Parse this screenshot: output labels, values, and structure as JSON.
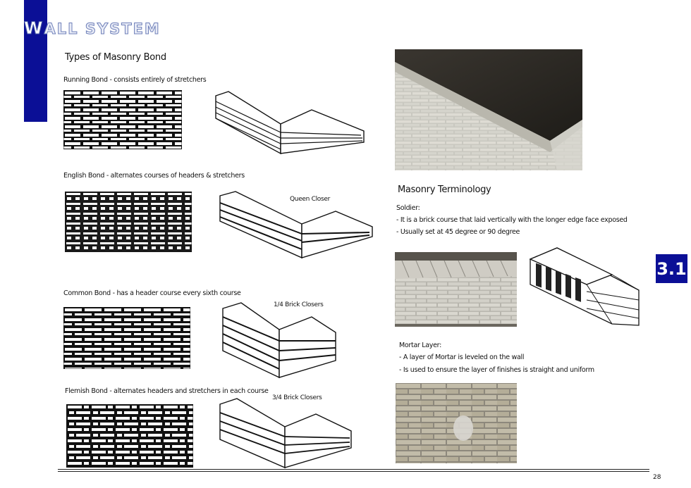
{
  "header": {
    "title_first": "W",
    "title_rest": "ALL SYSTEM"
  },
  "section_badge": "3.1",
  "left_column": {
    "heading": "Types of Masonry Bond",
    "bonds": [
      {
        "caption": "Running Bond - consists entirely of stretchers"
      },
      {
        "caption": "English Bond - alternates courses of headers & stretchers",
        "annotation": "Queen Closer"
      },
      {
        "caption": "Common Bond - has a header course every sixth course",
        "annotation": "1/4 Brick Closers"
      },
      {
        "caption": "Flemish Bond - alternates headers and stretchers in each course",
        "annotation": "3/4 Brick Closers"
      }
    ]
  },
  "right_column": {
    "heading": "Masonry Terminology",
    "soldier": {
      "title": "Soldier:",
      "lines": [
        "- It is a brick course that laid vertically with the longer edge face exposed",
        "- Usually set at 45 degree or 90 degree"
      ]
    },
    "mortar": {
      "title": "Mortar Layer:",
      "lines": [
        "- A layer of Mortar is leveled on the wall",
        "- Is used to ensure the layer of finishes is straight and uniform"
      ]
    }
  },
  "footer": {
    "page_number": "28"
  },
  "colors": {
    "accent": "#0b0f96"
  }
}
